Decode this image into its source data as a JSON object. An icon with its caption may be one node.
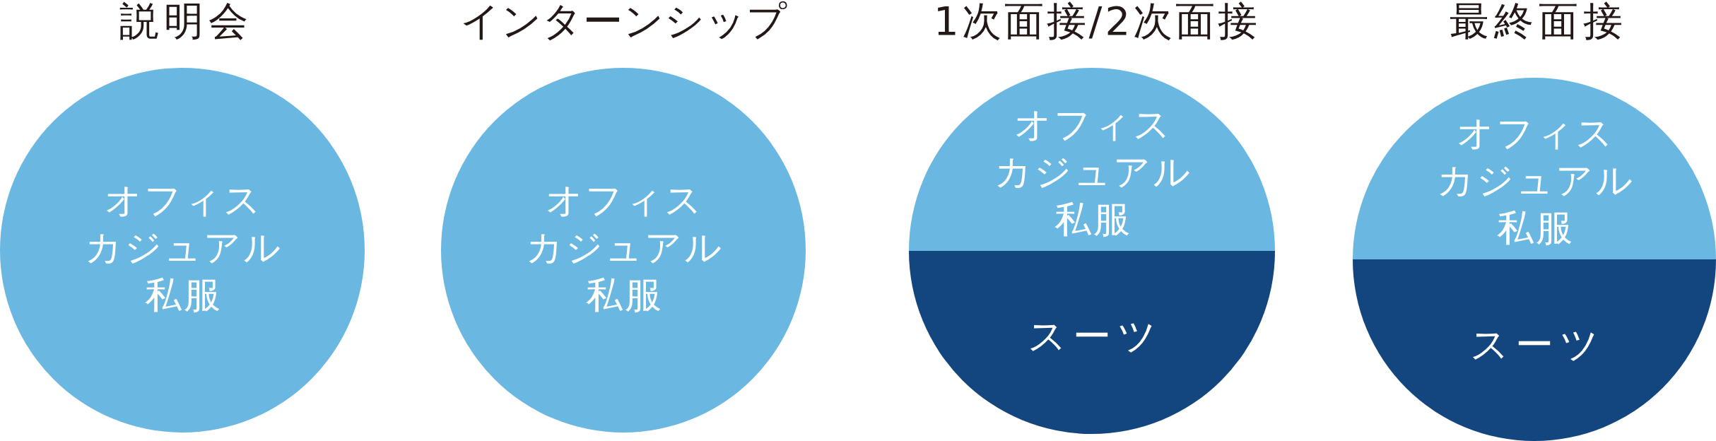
{
  "diagram": {
    "nodes": [
      {
        "text": [
          "説明会",
          "オフィスカジュアル私服"
        ]
      },
      {
        "text": [
          "インターンシップ",
          "オフィスカジュアル私服"
        ]
      },
      {
        "text": [
          "1次面接/2次面接"
        ]
      },
      {
        "text": [
          "オフィスカジュアル私服"
        ],
        "in": 2
      },
      {
        "text": [
          "スーツ"
        ],
        "in": 2
      },
      {
        "text": [
          "最終面接"
        ]
      },
      {
        "text": [
          "オフィスカジュアル私服"
        ],
        "in": 5
      },
      {
        "text": [
          "スーツ"
        ],
        "in": 5
      }
    ]
  }
}
